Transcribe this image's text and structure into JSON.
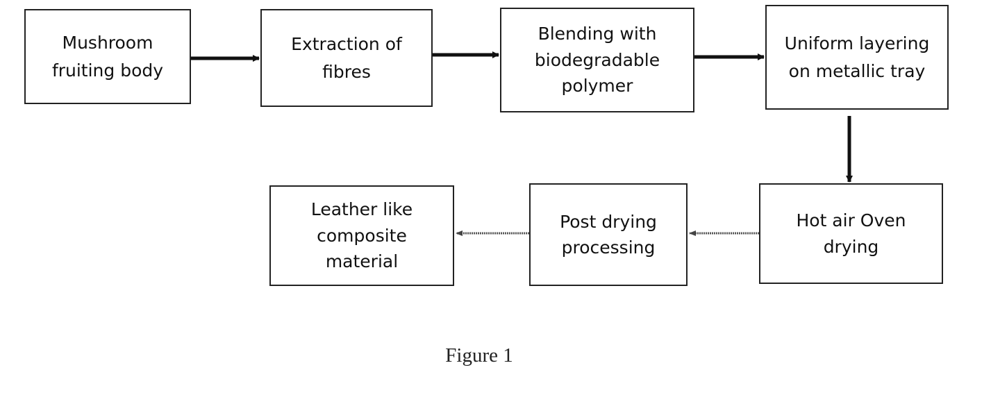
{
  "steps": {
    "step1": "Mushroom\nfruiting body",
    "step2": "Extraction of\nfibres",
    "step3": "Blending with\nbiodegradable\npolymer",
    "step4": "Uniform layering\non metallic tray",
    "step5": "Hot air Oven\ndrying",
    "step6": "Post drying\nprocessing",
    "step7": "Leather like\ncomposite\nmaterial"
  },
  "caption": "Figure 1"
}
